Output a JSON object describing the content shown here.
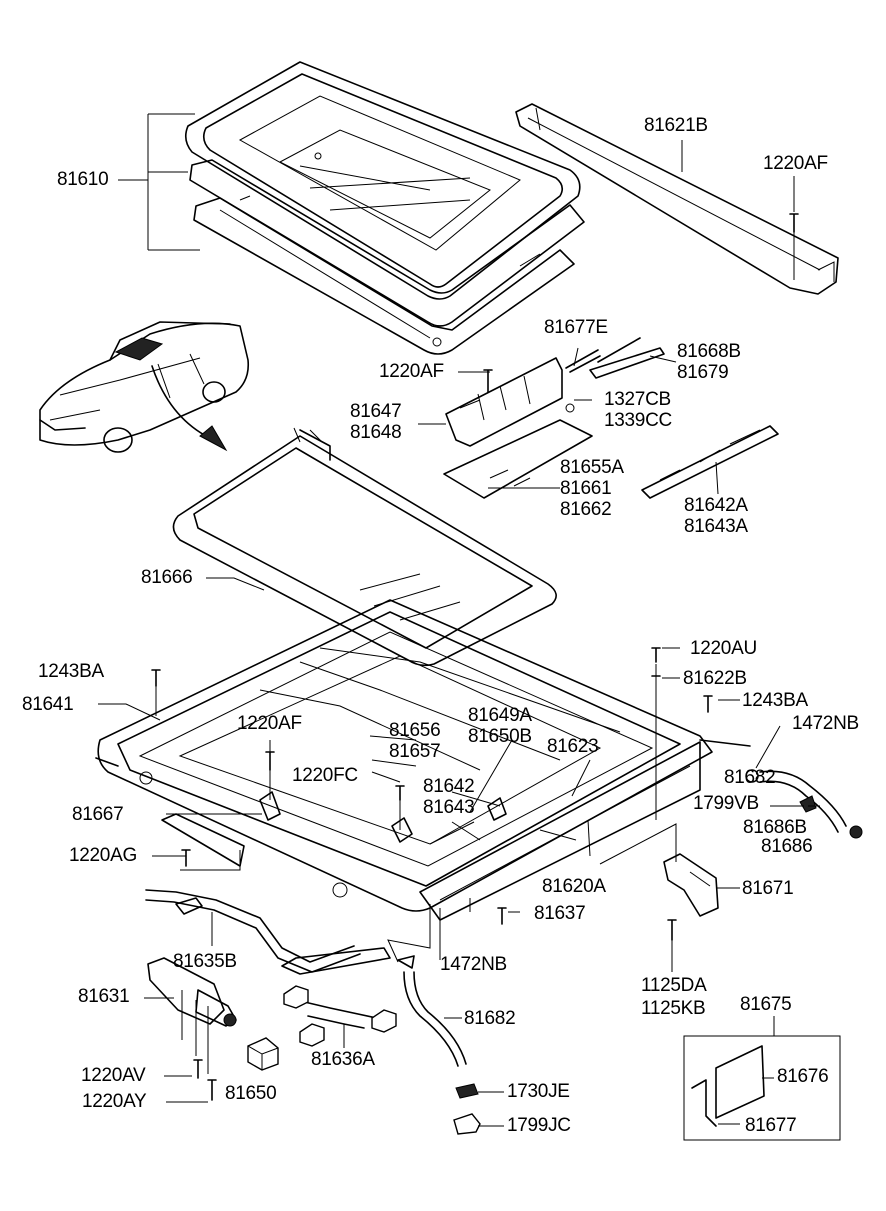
{
  "labels": [
    {
      "text": "81610"
    },
    {
      "text": "81621B"
    },
    {
      "text": "1220AF"
    },
    {
      "text": "81677E"
    },
    {
      "text": "81668B"
    },
    {
      "text": "81679"
    },
    {
      "text": "1220AF"
    },
    {
      "text": "81647"
    },
    {
      "text": "81648"
    },
    {
      "text": "1327CB"
    },
    {
      "text": "1339CC"
    },
    {
      "text": "81655A"
    },
    {
      "text": "81661"
    },
    {
      "text": "81662"
    },
    {
      "text": "81642A"
    },
    {
      "text": "81643A"
    },
    {
      "text": "81666"
    },
    {
      "text": "1220AU"
    },
    {
      "text": "81622B"
    },
    {
      "text": "1243BA"
    },
    {
      "text": "1243BA"
    },
    {
      "text": "81641"
    },
    {
      "text": "1472NB"
    },
    {
      "text": "1220AF"
    },
    {
      "text": "81656"
    },
    {
      "text": "81649A"
    },
    {
      "text": "81657"
    },
    {
      "text": "81650B"
    },
    {
      "text": "81623"
    },
    {
      "text": "1220FC"
    },
    {
      "text": "81682"
    },
    {
      "text": "81642"
    },
    {
      "text": "1799VB"
    },
    {
      "text": "81667"
    },
    {
      "text": "81643"
    },
    {
      "text": "81686B"
    },
    {
      "text": "81686"
    },
    {
      "text": "1220AG"
    },
    {
      "text": "81620A"
    },
    {
      "text": "81671"
    },
    {
      "text": "81637"
    },
    {
      "text": "81635B"
    },
    {
      "text": "1472NB"
    },
    {
      "text": "1125DA"
    },
    {
      "text": "1125KB"
    },
    {
      "text": "81675"
    },
    {
      "text": "81631"
    },
    {
      "text": "81682"
    },
    {
      "text": "81636A"
    },
    {
      "text": "81676"
    },
    {
      "text": "1220AV"
    },
    {
      "text": "1730JE"
    },
    {
      "text": "81650"
    },
    {
      "text": "1220AY"
    },
    {
      "text": "1799JC"
    },
    {
      "text": "81677"
    }
  ]
}
